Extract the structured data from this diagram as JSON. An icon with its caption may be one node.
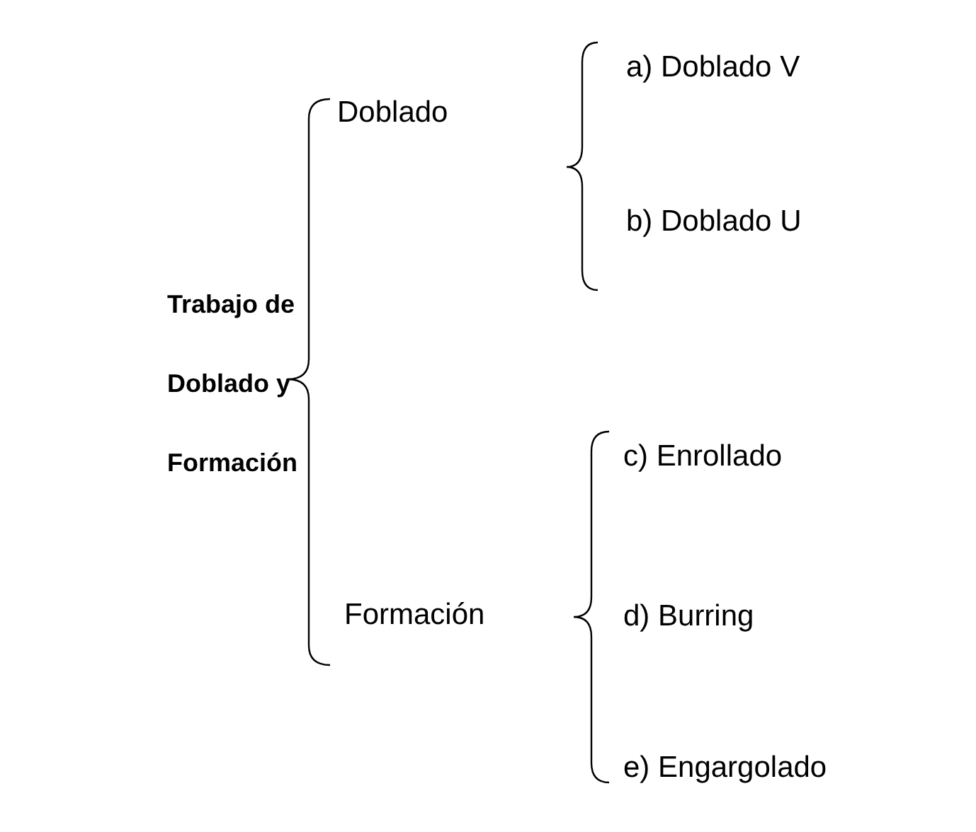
{
  "diagram": {
    "labels": [
      "Trabajo de Doblado y Formación",
      "Doblado",
      "a) Doblado V",
      "b) Doblado U",
      "Formación",
      "c) Enrollado",
      "d) Burring",
      "e) Engargolado"
    ]
  }
}
